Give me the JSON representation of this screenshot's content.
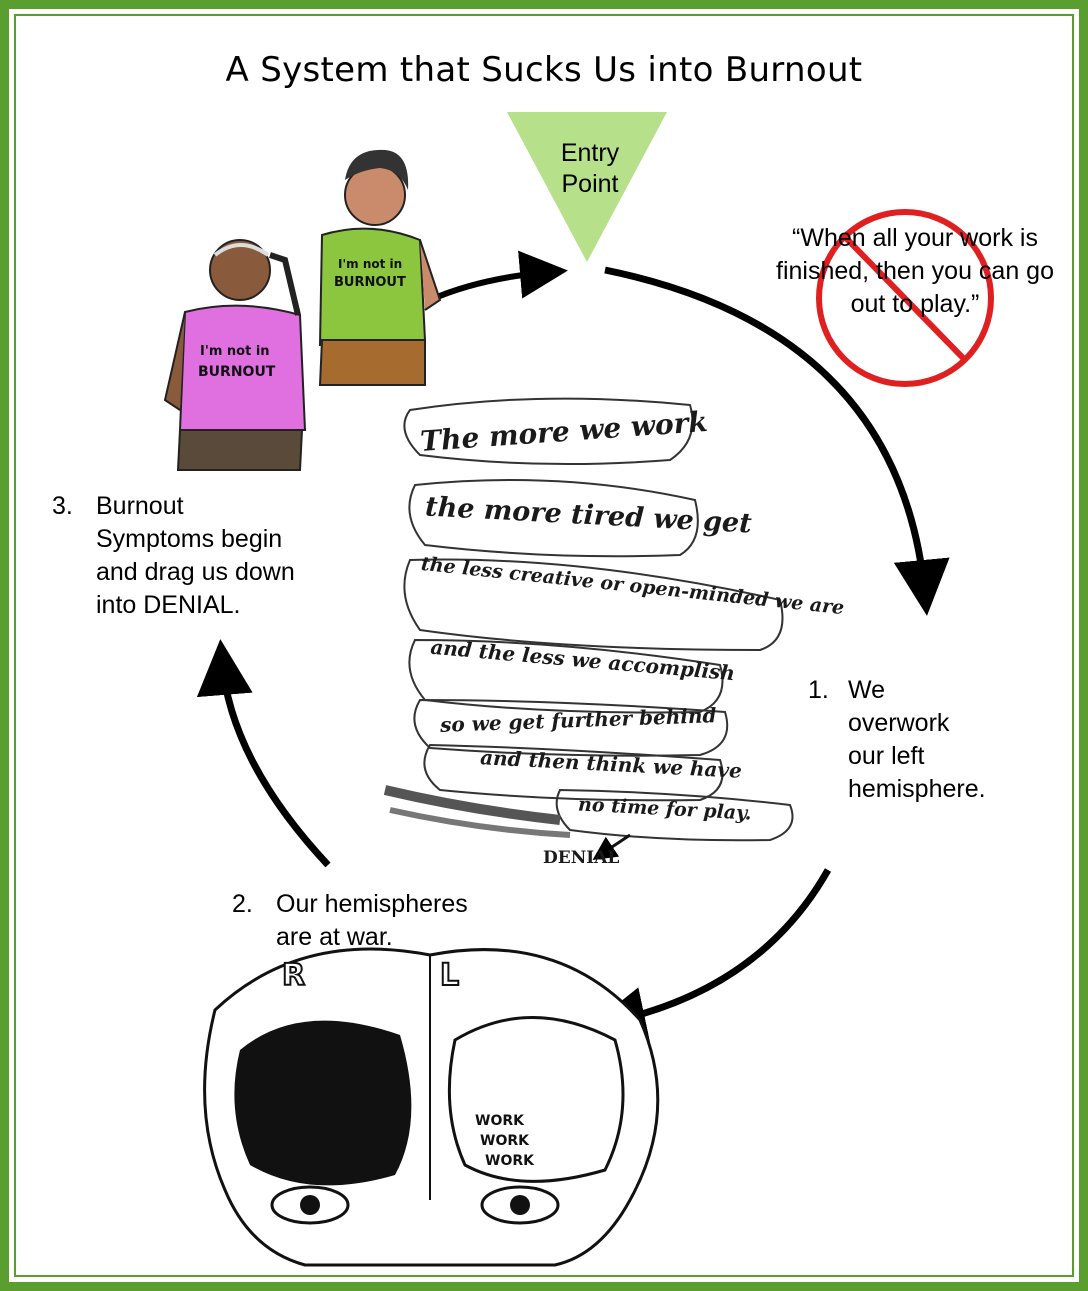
{
  "title": "A System that Sucks Us into Burnout",
  "entry": {
    "line1": "Entry",
    "line2": "Point"
  },
  "quote": {
    "text": "“When all your work is finished, then you can go out to play.”"
  },
  "steps": [
    {
      "num": "1.",
      "lines": [
        "We",
        "overwork",
        "our left",
        "hemisphere."
      ]
    },
    {
      "num": "2.",
      "lines": [
        "Our hemispheres",
        "are at war."
      ]
    },
    {
      "num": "3.",
      "lines": [
        "Burnout",
        "Symptoms begin",
        "and drag us down",
        "into DENIAL."
      ]
    }
  ],
  "spiral": {
    "lines": [
      "The more we work",
      "the more tired we get",
      "the less creative or open-minded we are",
      "and the less we accomplish",
      "so we get further behind",
      "and then think we have",
      "no time for play."
    ],
    "denial": "DENIAL"
  },
  "shirts": {
    "text_line1": "I'm not in",
    "text_line2": "BURNOUT"
  },
  "brain": {
    "left_label": "R",
    "right_label": "L",
    "work_words": [
      "WORK",
      "WORK",
      "WORK"
    ]
  },
  "colors": {
    "border": "#5a9e2f",
    "triangle": "#b7e08a",
    "no_sign": "#e02020",
    "shirt_pink": "#e070e0",
    "shirt_green": "#8cc63f",
    "arrow": "#000000"
  }
}
